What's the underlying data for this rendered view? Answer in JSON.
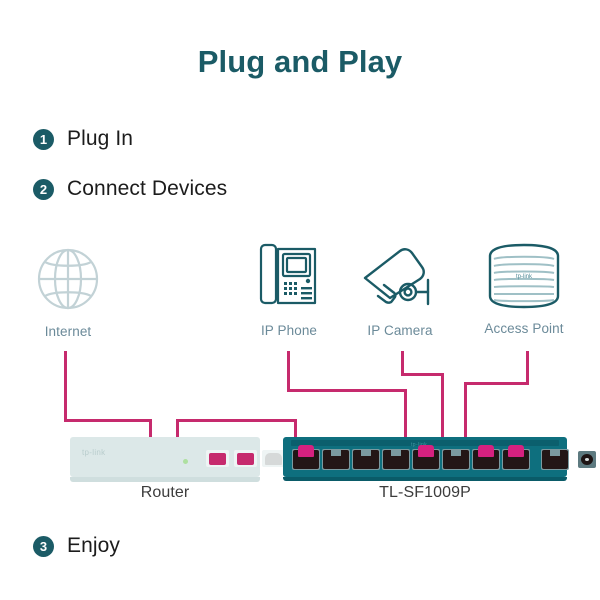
{
  "page": {
    "title": "Plug and Play",
    "background_color": "#ffffff",
    "accent_teal": "#1b5b66",
    "accent_pink": "#c62a6d",
    "switch_body_color": "#0e6f7e",
    "router_body_color": "#dce8e8",
    "label_color": "#6b8a99"
  },
  "steps": [
    {
      "number": "1",
      "label": "Plug In"
    },
    {
      "number": "2",
      "label": "Connect Devices"
    },
    {
      "number": "3",
      "label": "Enjoy"
    }
  ],
  "devices": [
    {
      "icon": "globe-icon",
      "label": "Internet"
    },
    {
      "icon": "ip-phone-icon",
      "label": "IP Phone"
    },
    {
      "icon": "ip-camera-icon",
      "label": "IP Camera"
    },
    {
      "icon": "access-point-icon",
      "label": "Access Point"
    }
  ],
  "hardware": {
    "router": {
      "caption": "Router",
      "brand_logo": "tp-link",
      "ports": [
        {
          "index": "1",
          "connected": "yes"
        },
        {
          "index": "2",
          "connected": "yes"
        },
        {
          "index": "3",
          "connected": "no"
        },
        {
          "index": "4",
          "connected": "no"
        }
      ]
    },
    "switch": {
      "caption": "TL-SF1009P",
      "brand_logo": "tp-link",
      "ports": [
        {
          "index": "1",
          "connected": "yes"
        },
        {
          "index": "2",
          "connected": "no"
        },
        {
          "index": "3",
          "connected": "no"
        },
        {
          "index": "4",
          "connected": "no"
        },
        {
          "index": "5",
          "connected": "yes"
        },
        {
          "index": "6",
          "connected": "no"
        },
        {
          "index": "7",
          "connected": "yes"
        },
        {
          "index": "8",
          "connected": "yes"
        }
      ],
      "uplink_port": "9",
      "power_jack": "power"
    }
  },
  "connections": [
    {
      "from": "Internet",
      "to": "Router port 1"
    },
    {
      "from": "Router port 2",
      "to": "TL-SF1009P port 1"
    },
    {
      "from": "IP Phone",
      "to": "TL-SF1009P port 5"
    },
    {
      "from": "IP Camera",
      "to": "TL-SF1009P port 7"
    },
    {
      "from": "Access Point",
      "to": "TL-SF1009P port 8"
    }
  ]
}
